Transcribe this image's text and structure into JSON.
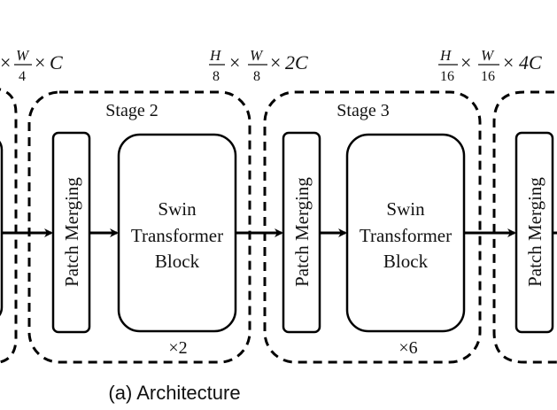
{
  "diagram": {
    "caption": "(a) Architecture",
    "dims": [
      {
        "id": "dim-stage1",
        "h_den": "",
        "w_num": "W",
        "w_den": "4",
        "c": "C",
        "prefix": "×"
      },
      {
        "id": "dim-stage2",
        "h_num": "H",
        "h_den": "8",
        "w_num": "W",
        "w_den": "8",
        "c": "2C"
      },
      {
        "id": "dim-stage3",
        "h_num": "H",
        "h_den": "16",
        "w_num": "W",
        "w_den": "16",
        "c": "4C"
      }
    ],
    "times": "×",
    "stages": [
      {
        "label": "Stage 2",
        "merge_label": "Patch Merging",
        "block_lines": [
          "Swin",
          "Transformer",
          "Block"
        ],
        "repeat": "×2"
      },
      {
        "label": "Stage 3",
        "merge_label": "Patch Merging",
        "block_lines": [
          "Swin",
          "Transformer",
          "Block"
        ],
        "repeat": "×6"
      },
      {
        "label": "",
        "merge_label": "Patch Merging"
      }
    ]
  }
}
